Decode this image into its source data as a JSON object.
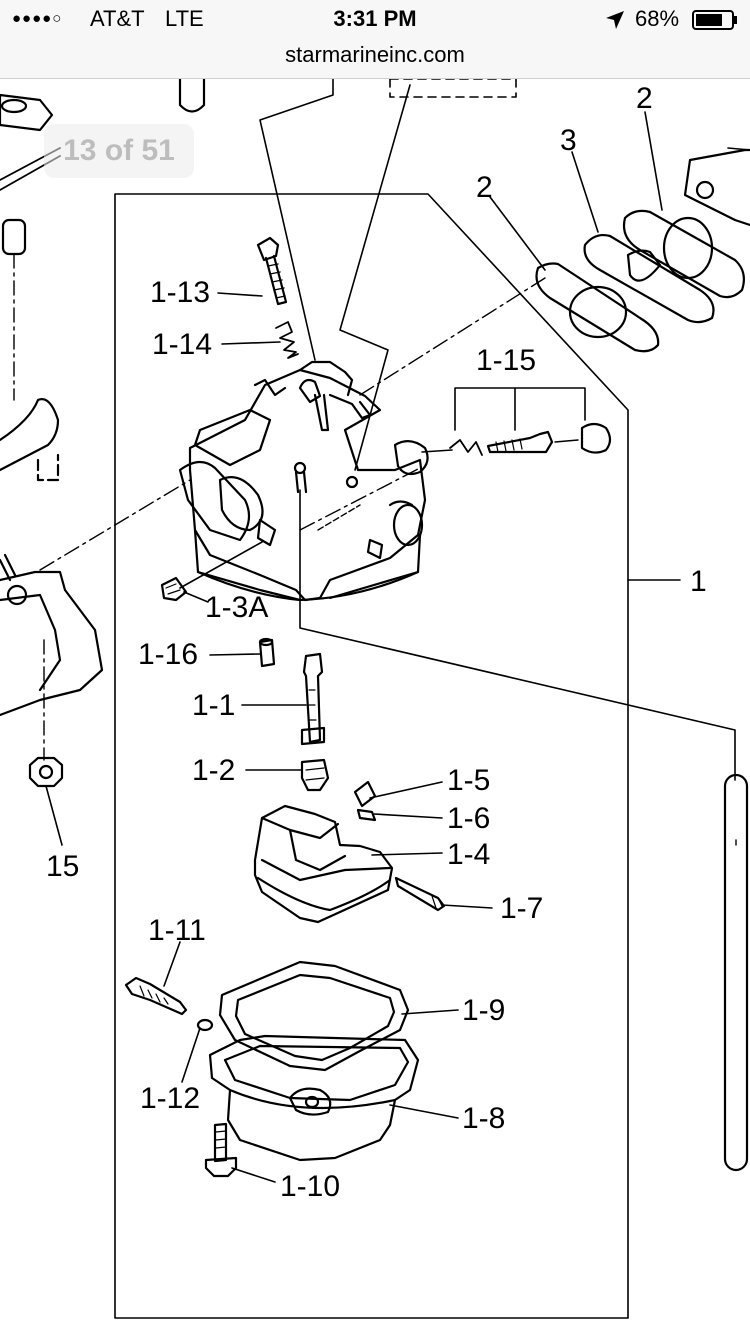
{
  "status_bar": {
    "signal_dots": "●●●●○",
    "carrier": "AT&T",
    "network": "LTE",
    "time": "3:31 PM",
    "battery": "68%"
  },
  "browser": {
    "url": "starmarineinc.com"
  },
  "viewer": {
    "page_counter": "13 of 51"
  },
  "diagram": {
    "labels": {
      "p1_13": "1-13",
      "p1_14": "1-14",
      "p1_15": "1-15",
      "p1_3A": "1-3A",
      "p1_16": "1-16",
      "p1_1": "1-1",
      "p1_2": "1-2",
      "p1_5": "1-5",
      "p1_6": "1-6",
      "p1_4": "1-4",
      "p1_7": "1-7",
      "p1_11": "1-11",
      "p1_9": "1-9",
      "p1_12": "1-12",
      "p1_8": "1-8",
      "p1_10": "1-10",
      "p1": "1",
      "p2a": "2",
      "p2b": "2",
      "p3": "3",
      "p15": "15"
    }
  }
}
